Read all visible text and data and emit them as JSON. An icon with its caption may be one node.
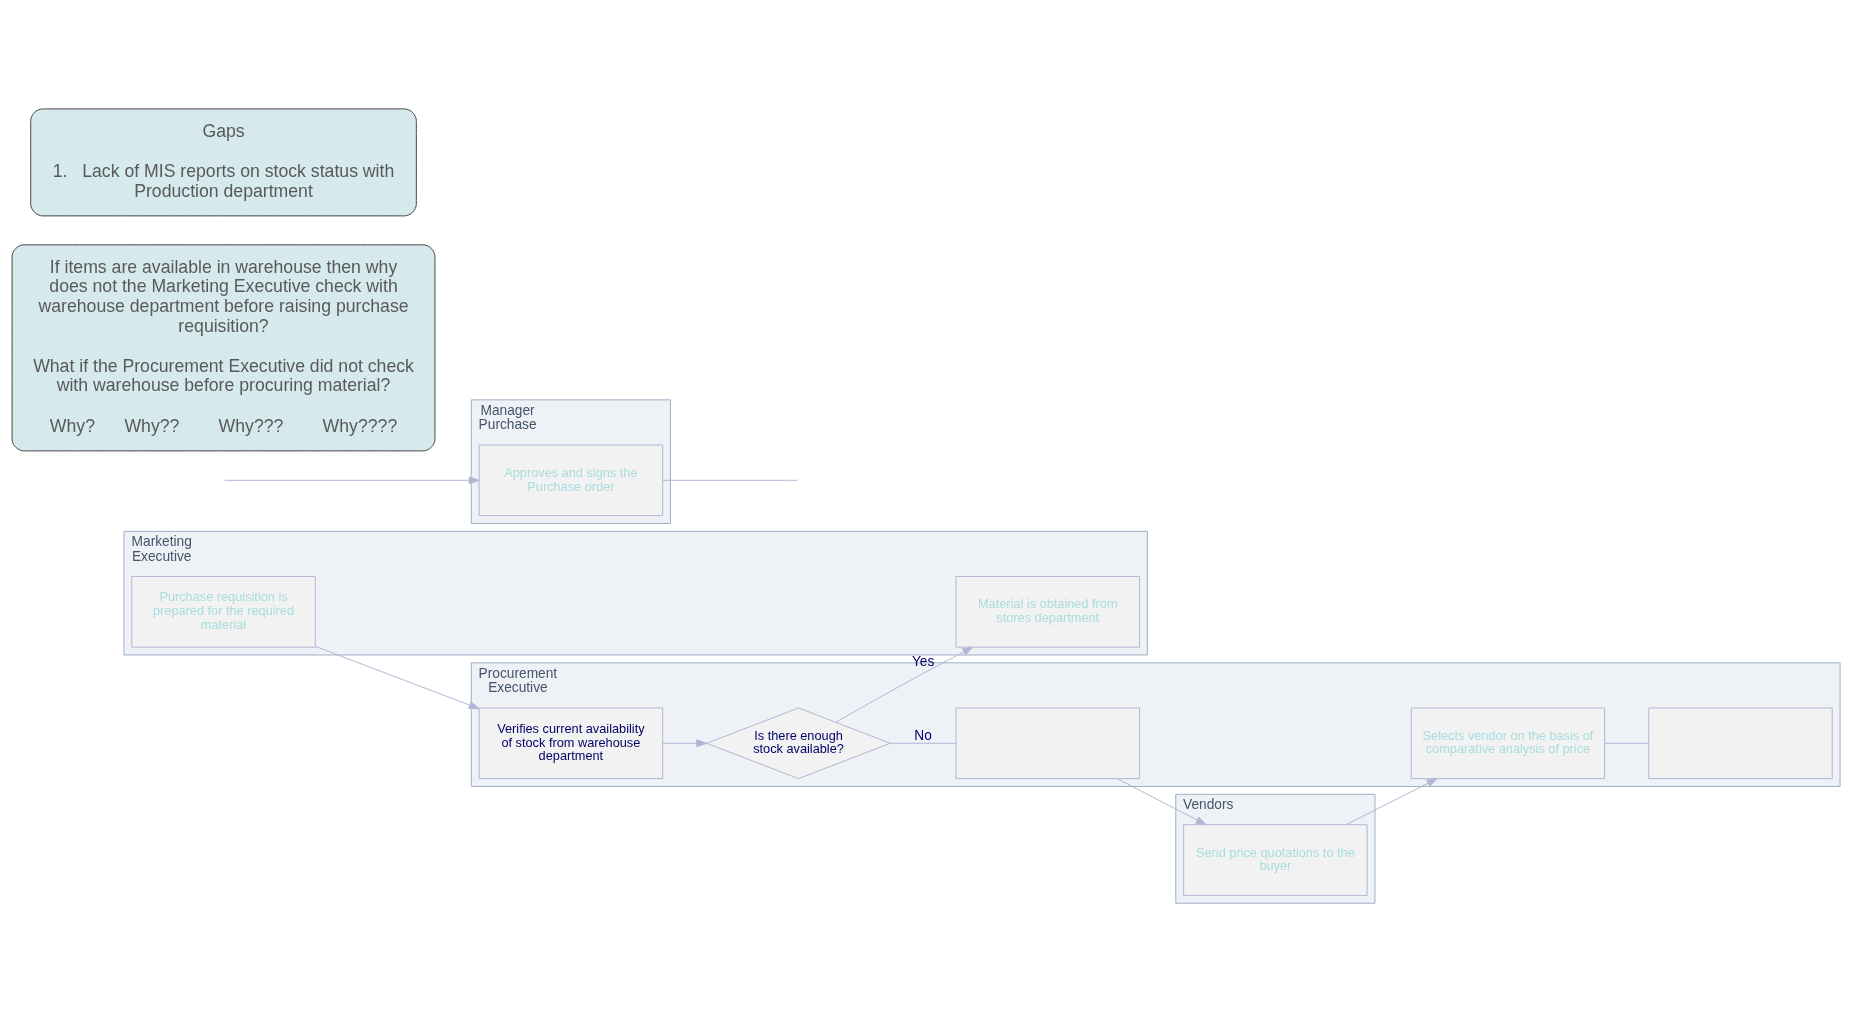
{
  "diagram": {
    "nodes": [
      {
        "text": [
          "Marketing Executive"
        ]
      },
      {
        "text": [
          "Purchase requisition is prepared for the required material"
        ],
        "in": 0
      },
      {
        "text": [
          "Material is obtained from stores department"
        ],
        "in": 0
      },
      {
        "text": [
          "Procurement Executive"
        ]
      },
      {
        "text": [
          "Verifies current availability of stock from warehouse department"
        ],
        "in": 3
      },
      {
        "text": [
          "Is there enough stock available?"
        ],
        "in": 3
      },
      {
        "text": [
          "Selects vendor on the basis of comparative analysis of price"
        ],
        "in": 3
      },
      {
        "text": [],
        "shape": "box",
        "in": 3
      },
      {
        "text": [],
        "shape": "box",
        "in": 3
      },
      {
        "text": [
          "Vendors"
        ]
      },
      {
        "text": [
          "Send price quotations to the buyer"
        ],
        "in": 9
      },
      {
        "text": [
          "Manager Purchase"
        ]
      },
      {
        "text": [
          "Approves and signs the Purchase order"
        ],
        "in": 11
      },
      {
        "text": [
          "If items are available in warehouse then why does not the Marketing Executive check with warehouse department before raising purchase requisition?",
          "What if the Procurement Executive did not check with warehouse before procuring material?",
          "Why?      Why??        Why???        Why????"
        ]
      },
      {
        "text": [
          "Gaps",
          "1.   Lack of MIS reports on stock status with Production department"
        ]
      }
    ],
    "edges": [
      {
        "from": 1,
        "to": 4,
        "arrow": "to"
      },
      {
        "from": 4,
        "to": 5,
        "arrow": "to"
      },
      {
        "from": 5,
        "to": 2,
        "arrow": "to",
        "label": "Yes"
      },
      {
        "from": 5,
        "to": 7,
        "arrow": "none",
        "label": "No"
      },
      {
        "from": 7,
        "to": 10,
        "arrow": "to"
      },
      {
        "from": 10,
        "to": 6,
        "arrow": "to"
      },
      {
        "from": 6,
        "to": 8,
        "arrow": "none"
      },
      {
        "from": null,
        "to": 12,
        "arrow": "to"
      },
      {
        "from": 12,
        "to": null,
        "arrow": "none"
      }
    ]
  }
}
